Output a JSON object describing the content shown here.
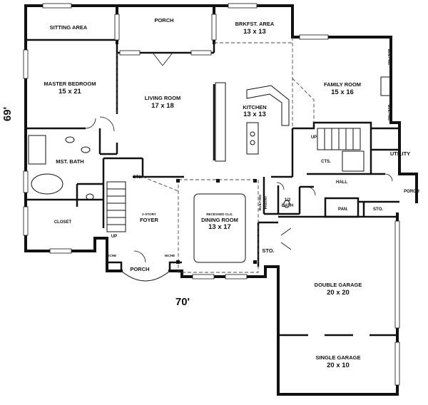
{
  "rooms": {
    "sitting_area": "SITTING AREA",
    "porch_rear": "PORCH",
    "brkfst_name": "BRKFST. AREA",
    "brkfst_size": "13 x 13",
    "master_name": "MASTER BEDROOM",
    "master_size": "15 x 21",
    "living_name": "LIVING ROOM",
    "living_size": "17 x 18",
    "kitchen_name": "KITCHEN",
    "kitchen_size": "13 x 13",
    "family_name": "FAMILY ROOM",
    "family_size": "15 x 16",
    "mst_bath": "MST. BATH",
    "closet": "CLOSET",
    "foyer_line1": "2-STORY",
    "foyer_line2": "FOYER",
    "dining_line1": "RECESSED CLG.",
    "dining_name": "DINING ROOM",
    "dining_size": "13 x 17",
    "built_ins_pantry_1": "BUILT-INS",
    "built_ins_pantry_2": "PANTRY",
    "half_bath_1": "1/2",
    "half_bath_2": "BATH",
    "hall": "HALL",
    "utility": "UTILITY",
    "porch_side": "PORCH",
    "pan": "PAN.",
    "sto_1": "STO.",
    "sto_2": "STO.",
    "cts_1": "CTS.",
    "cts_2": "CTS.",
    "up_1": "UP",
    "up_2": "UP",
    "niche_1": "NICHE",
    "niche_2": "NICHE",
    "porch_front": "PORCH",
    "double_garage_name": "DOUBLE GARAGE",
    "double_garage_size": "20 x 20",
    "single_garage_name": "SINGLE GARAGE",
    "single_garage_size": "20 x 10",
    "built_ins_1": "BUILT-INS",
    "built_ins_2": "BUILT-INS"
  },
  "dimensions": {
    "width": "70'",
    "depth": "69'"
  }
}
